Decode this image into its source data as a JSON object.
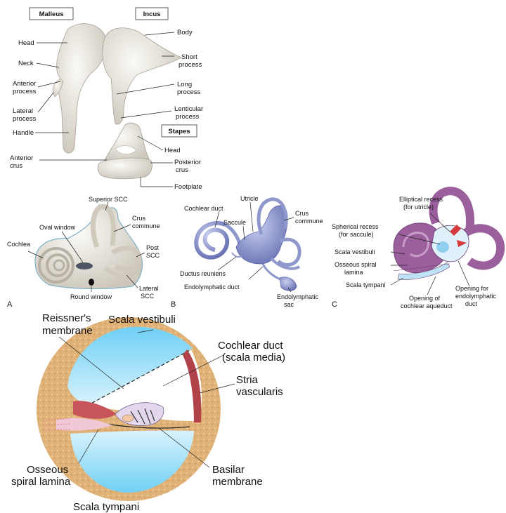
{
  "ossicles": {
    "malleus_title": "Malleus",
    "incus_title": "Incus",
    "stapes_title": "Stapes",
    "labels": {
      "head": "Head",
      "neck": "Neck",
      "anterior_process": [
        "Anterior",
        "process"
      ],
      "lateral_process": [
        "Lateral",
        "process"
      ],
      "handle": "Handle",
      "anterior_crus": [
        "Anterior",
        "crus"
      ],
      "body": "Body",
      "short_process": [
        "Short",
        "process"
      ],
      "long_process": [
        "Long",
        "process"
      ],
      "lenticular_process": [
        "Lenticular",
        "process"
      ],
      "stapes_head": "Head",
      "posterior_crus": [
        "Posterior",
        "crus"
      ],
      "footplate": "Footplate"
    }
  },
  "panel_a": {
    "letter": "A",
    "labels": {
      "superior_scc": "Superior SCC",
      "crus_commune": [
        "Crus",
        "commune"
      ],
      "oval_window": "Oval window",
      "cochlea": "Cochlea",
      "post_scc": [
        "Post",
        "SCC"
      ],
      "lateral_scc": [
        "Lateral",
        "SCC"
      ],
      "round_window": "Round window"
    }
  },
  "panel_b": {
    "letter": "B",
    "labels": {
      "utricle": "Utricle",
      "cochlear_duct": "Cochlear duct",
      "saccule": "Saccule",
      "crus_commune": [
        "Crus",
        "commune"
      ],
      "ductus_reuniens": "Ductus reuniens",
      "endolymphatic_duct": "Endolymphatic duct",
      "endolymphatic_sac": [
        "Endolymphatic",
        "sac"
      ]
    }
  },
  "panel_c": {
    "letter": "C",
    "labels": {
      "elliptical_recess": [
        "Elliptical recess",
        "(for utricle)"
      ],
      "spherical_recess": [
        "Spherical recess",
        "(for saccule)"
      ],
      "scala_vestibuli": "Scala vestibuli",
      "osseous_spiral_lamina": [
        "Osseous spiral",
        "lamina"
      ],
      "scala_tympani": "Scala tympani",
      "opening_cochlear_aqueduct": [
        "Opening of",
        "cochlear aqueduct"
      ],
      "opening_endolymphatic_duct": [
        "Opening for",
        "endolymphatic",
        "duct"
      ]
    }
  },
  "cochlea_section": {
    "labels": {
      "reissners_membrane": [
        "Reissner's",
        "membrane"
      ],
      "scala_vestibuli": "Scala vestibuli",
      "cochlear_duct": [
        "Cochlear duct",
        "(scala media)"
      ],
      "stria_vascularis": [
        "Stria",
        "vascularis"
      ],
      "osseous_spiral_lamina": [
        "Osseous",
        "spiral lamina"
      ],
      "basilar_membrane": [
        "Basilar",
        "membrane"
      ],
      "scala_tympani": "Scala tympani"
    }
  },
  "colors": {
    "bone": "#ece9e2",
    "bone_shade": "#cfcac0",
    "membranous": "#8f98cc",
    "purple": "#9a5f9c",
    "scala_blue": "#5cc3ef",
    "bone_wall": "#d9a66a",
    "muscle_red": "#b2424a"
  }
}
